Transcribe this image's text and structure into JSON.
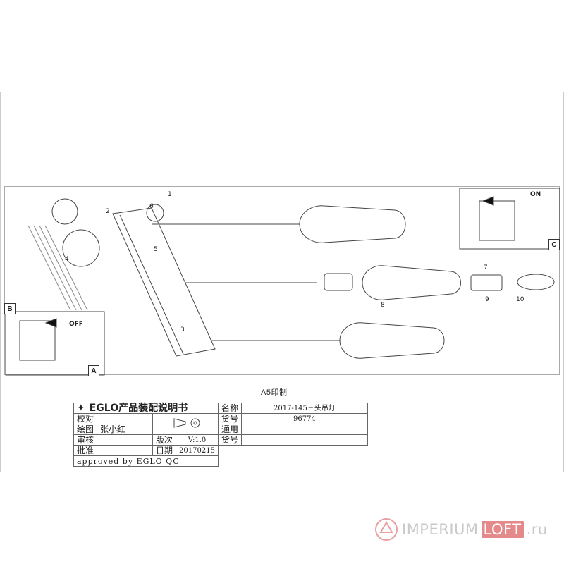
{
  "print_format": "A5印制",
  "callouts": {
    "box_a": "A",
    "box_b": "B",
    "box_c": "C",
    "on_label": "ON",
    "off_label": "OFF",
    "numbers": [
      "1",
      "2",
      "3",
      "4",
      "5",
      "6",
      "7",
      "8",
      "9",
      "10"
    ]
  },
  "title_block": {
    "brand_heading": "EGLO产品装配说明书",
    "rows": {
      "check_label": "校对",
      "drawing_label": "绘图",
      "drawing_value": "张小红",
      "review_label": "审核",
      "version_label": "版次",
      "version_value": "V:1.0",
      "approve_label": "批准",
      "date_label": "日期",
      "date_value": "20170215",
      "approved_by": "approved by EGLO QC"
    },
    "right": {
      "name_label": "名称",
      "name_value": "2017-145三头吊灯",
      "item_no_label": "货号",
      "item_no_value": "96774",
      "general_label": "通用",
      "general_no_label": "货号"
    }
  },
  "watermark": {
    "imperium": "IMPERIUM",
    "loft": "LOFT",
    "domain": ".ru"
  }
}
